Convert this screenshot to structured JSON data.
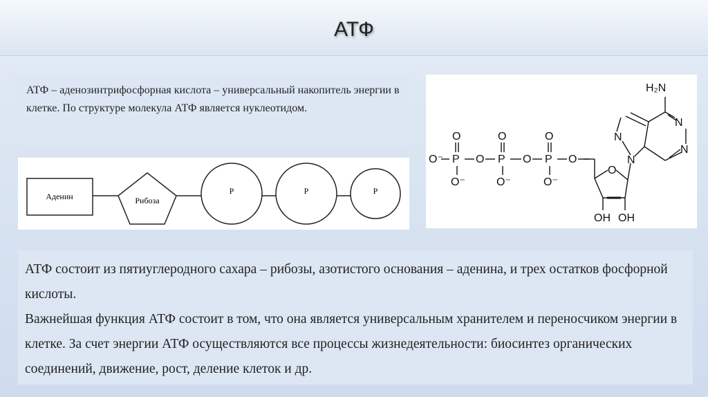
{
  "slide": {
    "title": "АТФ"
  },
  "intro": {
    "text": "АТФ – аденозинтрифосфорная кислота – универсальный накопитель энергии в клетке. По структуре молекула АТФ является нуклеотидом."
  },
  "diagram": {
    "adenine_label": "Аденин",
    "ribose_label": "Рибоза",
    "phosphate_labels": [
      "P",
      "P",
      "P"
    ]
  },
  "molecule": {
    "amino_group": "H₂N",
    "hydroxyl_left": "OH",
    "hydroxyl_right": "OH"
  },
  "description": {
    "paragraph1": "АТФ состоит из пятиуглеродного сахара – рибозы, азотистого основания – аденина, и трех остатков фосфорной кислоты.",
    "paragraph2": "Важнейшая функция АТФ состоит в том, что она является универсальным хранителем и переносчиком энергии в клетке. За счет энергии АТФ осуществляются все процессы жизнедеятельности: биосинтез органических соединений, движение, рост, деление клеток и др."
  }
}
